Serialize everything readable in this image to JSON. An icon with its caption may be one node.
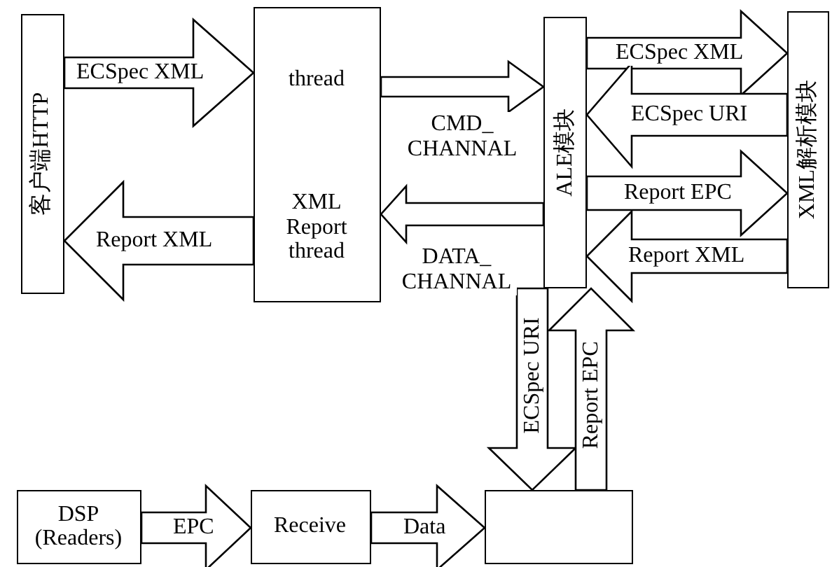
{
  "diagram": {
    "nodes": [
      {
        "text": [
          "客户端HTTP"
        ]
      },
      {
        "text": [
          "thread",
          "XML Report thread"
        ]
      },
      {
        "text": [
          "ALE模块"
        ]
      },
      {
        "text": [
          "XML解析模块"
        ]
      },
      {
        "text": [
          "DSP (Readers)"
        ]
      },
      {
        "text": [
          "Receive"
        ]
      },
      {
        "text": [],
        "shape": "box"
      }
    ],
    "edges": [
      {
        "from": 0,
        "to": 1,
        "arrow": "to",
        "label": "ECSpec XML"
      },
      {
        "from": 1,
        "to": 2,
        "arrow": "to",
        "label": "CMD_ CHANNAL"
      },
      {
        "from": 2,
        "to": 1,
        "arrow": "to",
        "label": "DATA_ CHANNAL"
      },
      {
        "from": 1,
        "to": 0,
        "arrow": "to",
        "label": "Report XML"
      },
      {
        "from": 2,
        "to": 3,
        "arrow": "to",
        "label": "ECSpec XML"
      },
      {
        "from": 3,
        "to": 2,
        "arrow": "to",
        "label": "ECSpec URI"
      },
      {
        "from": 2,
        "to": 3,
        "arrow": "to",
        "label": "Report EPC"
      },
      {
        "from": 3,
        "to": 2,
        "arrow": "to",
        "label": "Report XML"
      },
      {
        "from": 2,
        "to": 6,
        "arrow": "to",
        "label": "ECSpec URI"
      },
      {
        "from": 6,
        "to": 2,
        "arrow": "to",
        "label": "Report EPC"
      },
      {
        "from": 4,
        "to": 5,
        "arrow": "to",
        "label": "EPC"
      },
      {
        "from": 5,
        "to": 6,
        "arrow": "to",
        "label": "Data"
      }
    ]
  }
}
